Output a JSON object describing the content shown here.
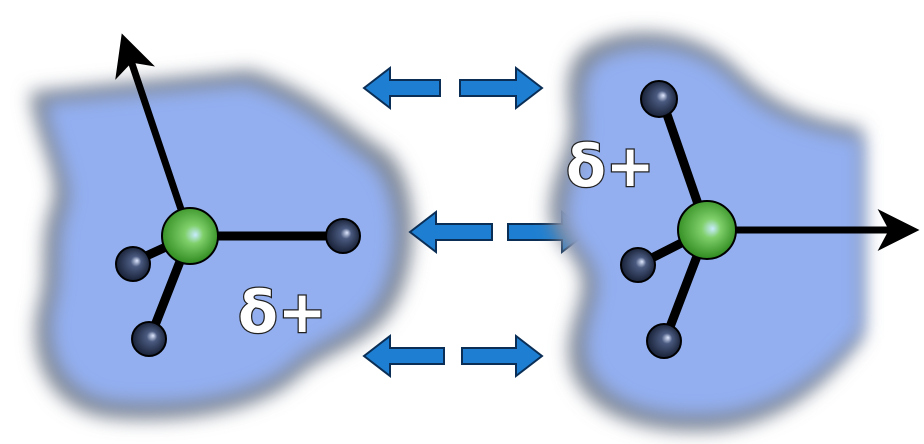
{
  "left_molecule": {
    "charge_label": "δ+",
    "cloud_color": "#93aff0",
    "central_atom_color": "#3f9e2d",
    "outer_atom_color": "#2a3550"
  },
  "right_molecule": {
    "charge_label": "δ+",
    "cloud_color": "#93aff0",
    "central_atom_color": "#3f9e2d",
    "outer_atom_color": "#2a3550"
  },
  "interaction_arrows": {
    "count": 3,
    "color": "#1e7fd2",
    "outline_color": "#0a2e55"
  }
}
